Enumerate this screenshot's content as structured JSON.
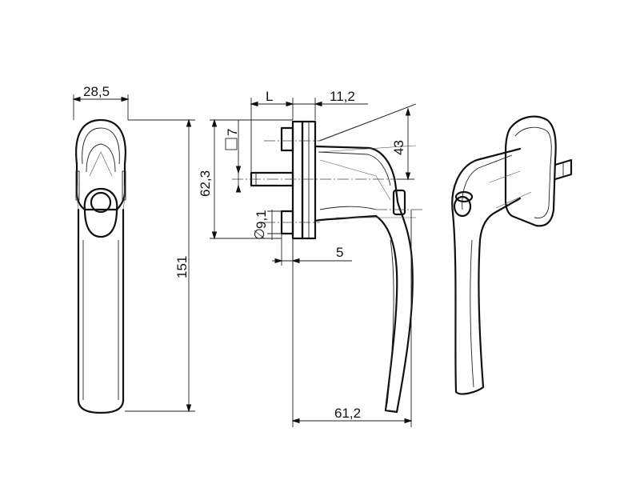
{
  "dimensions": {
    "width_top": "28,5",
    "height_total": "151",
    "spindle_length": "L",
    "rosette_offset": "11,2",
    "square_spindle": "7",
    "screw_spacing": "62,3",
    "screw_diameter": "9,1",
    "screw_offset": "5",
    "handle_projection": "61,2",
    "rose_height": "43"
  }
}
